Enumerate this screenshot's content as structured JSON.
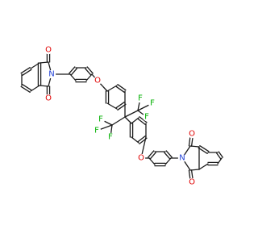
{
  "colors": {
    "bond": "#1a1a1a",
    "O": "#e00000",
    "N": "#1f3fd6",
    "F": "#00b000",
    "background": "#ffffff"
  },
  "labels": {
    "O1": "O",
    "O2": "O",
    "N1": "N",
    "O3": "O",
    "F1": "F",
    "F2": "F",
    "F3": "F",
    "F4": "F",
    "F5": "F",
    "F6": "F",
    "O4": "O",
    "N2": "N",
    "O5": "O",
    "O6": "O"
  }
}
